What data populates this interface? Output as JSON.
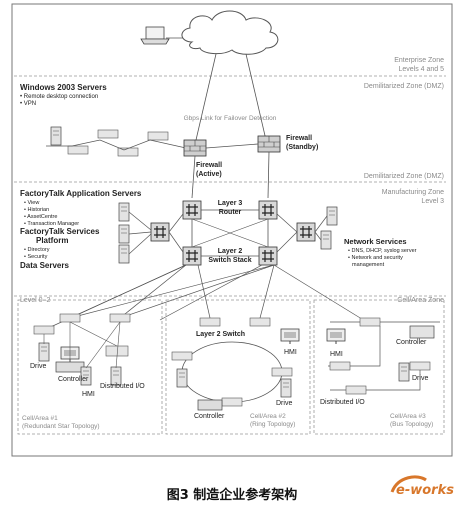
{
  "zones": {
    "enterprise": "Enterprise Zone",
    "enterprise_levels": "Levels 4 and 5",
    "dmz_top": "Demilitarized Zone (DMZ)",
    "dmz_bottom": "Demilitarized Zone (DMZ)",
    "manufacturing": "Manufacturing Zone",
    "manufacturing_level": "Level 3",
    "cell_area": "Cell/Area Zone",
    "levels_0_2": "Level 0–2"
  },
  "dmz": {
    "title": "Windows 2003 Servers",
    "items": [
      "Remote desktop connection",
      "VPN"
    ]
  },
  "devices": {
    "link_for_failover": "Gbps Link for Failover Detection",
    "firewall_standby_1": "Firewall",
    "firewall_standby_2": "(Standby)",
    "firewall_active_1": "Firewall",
    "firewall_active_2": "(Active)",
    "layer3_1": "Layer 3",
    "layer3_2": "Router",
    "layer2_1": "Layer 2",
    "layer2_2": "Switch Stack"
  },
  "factorytalk": {
    "app_servers": "FactoryTalk Application Servers",
    "app_items": [
      "View",
      "Historian",
      "AssetCentre",
      "Transaction Manager"
    ],
    "services_1": "FactoryTalk Services",
    "services_2": "Platform",
    "services_items": [
      "Directory",
      "Security"
    ],
    "data_servers": "Data Servers"
  },
  "network_services": {
    "title": "Network Services",
    "items": [
      "DNS, DHCP, syslog server",
      "Network and security",
      "management"
    ]
  },
  "cells": {
    "cell1_devices": {
      "drive": "Drive",
      "controller": "Controller",
      "hmi": "HMI",
      "dio": "Distributed I/O"
    },
    "cell1_caption_1": "Cell/Area #1",
    "cell1_caption_2": "(Redundant Star Topology)",
    "cell2_switch": "Layer 2 Switch",
    "cell2_hmi": "HMI",
    "cell2_drive": "Drive",
    "cell2_controller": "Controller",
    "cell2_caption_1": "Cell/Area #2",
    "cell2_caption_2": "(Ring Topology)",
    "cell3_controller": "Controller",
    "cell3_hmi": "HMI",
    "cell3_drive": "Drive",
    "cell3_dio": "Distributed I/O",
    "cell3_caption_1": "Cell/Area #3",
    "cell3_caption_2": "(Bus Topology)"
  },
  "caption": "图3 制造企业参考架构",
  "logo_text": "e-works",
  "colors": {
    "line": "#555555",
    "zone_label": "#8a8a8a",
    "logo": "#d8772b"
  }
}
